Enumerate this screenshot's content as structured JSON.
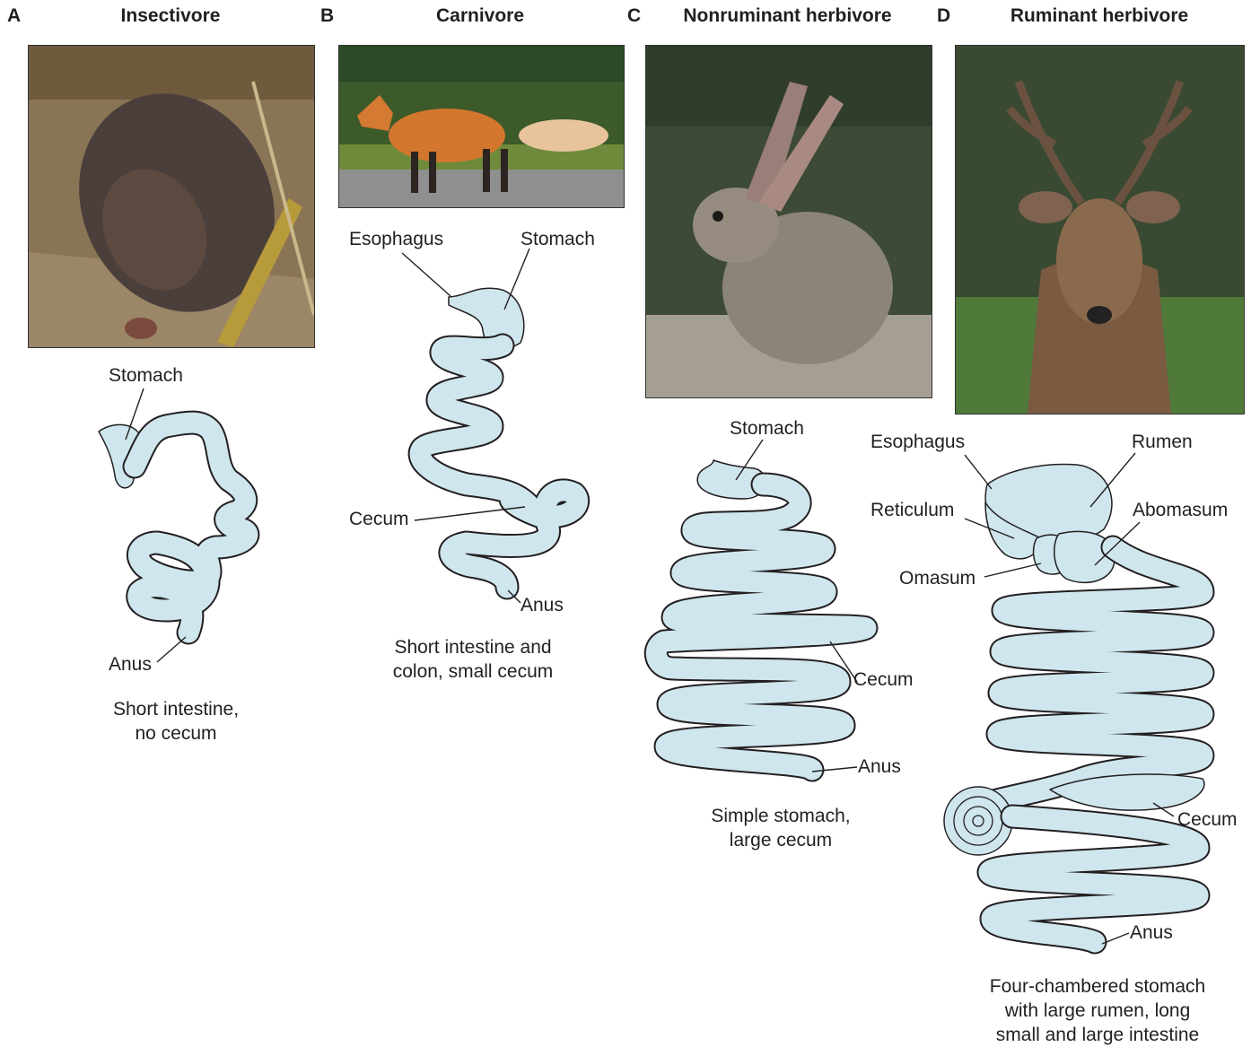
{
  "panels": [
    {
      "letter": "A",
      "title": "Insectivore",
      "caption_lines": [
        "Short intestine,",
        "no cecum"
      ]
    },
    {
      "letter": "B",
      "title": "Carnivore",
      "caption_lines": [
        "Short intestine and",
        "colon, small cecum"
      ]
    },
    {
      "letter": "C",
      "title": "Nonruminant herbivore",
      "caption_lines": [
        "Simple stomach,",
        "large cecum"
      ]
    },
    {
      "letter": "D",
      "title": "Ruminant herbivore",
      "caption_lines": [
        "Four-chambered stomach",
        "with large rumen, long",
        "small and large intestine"
      ]
    }
  ],
  "labels": {
    "a_stomach": "Stomach",
    "a_anus": "Anus",
    "b_esophagus": "Esophagus",
    "b_stomach": "Stomach",
    "b_cecum": "Cecum",
    "b_anus": "Anus",
    "c_stomach": "Stomach",
    "c_cecum": "Cecum",
    "c_anus": "Anus",
    "d_esophagus": "Esophagus",
    "d_rumen": "Rumen",
    "d_reticulum": "Reticulum",
    "d_abomasum": "Abomasum",
    "d_omasum": "Omasum",
    "d_cecum": "Cecum",
    "d_anus": "Anus"
  },
  "colors": {
    "gut_fill": "#cfe6ee",
    "outline": "#231f20"
  }
}
